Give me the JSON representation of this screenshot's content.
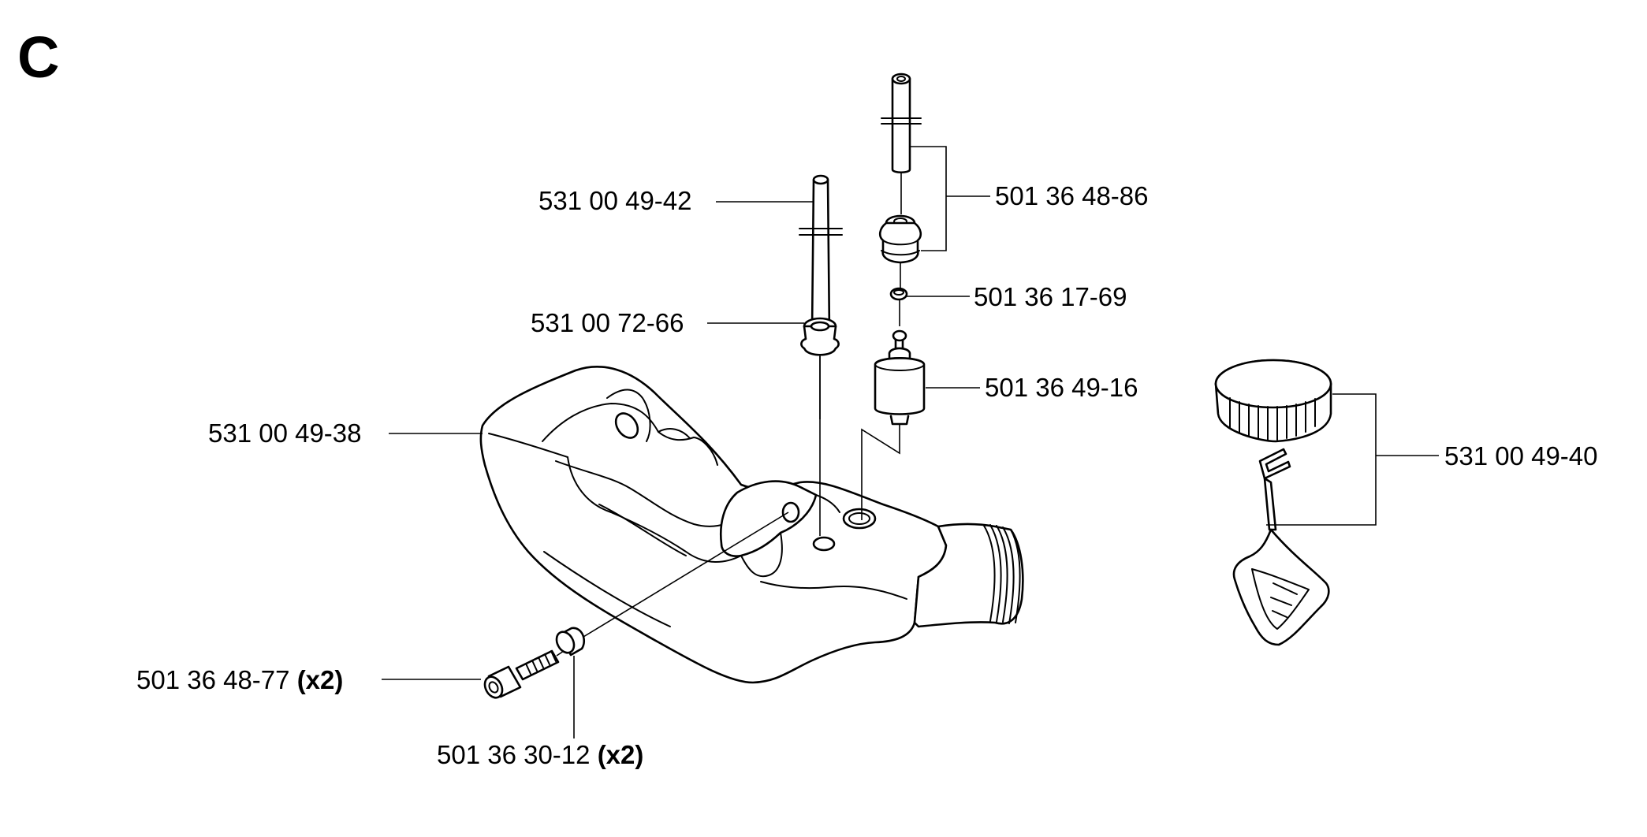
{
  "section_letter": "C",
  "labels": {
    "cap_tether": "531 00 49-40",
    "suction_hose": "531 00 49-42",
    "grommet": "531 00 72-66",
    "fuel_tank": "531 00 49-38",
    "screw": "501 36 48-77",
    "screw_qty": "(x2)",
    "spacer": "501 36 30-12",
    "spacer_qty": "(x2)",
    "vent_hose_valve": "501 36 48-86",
    "clamp": "501 36 17-69",
    "fuel_filter": "501 36 49-16"
  }
}
